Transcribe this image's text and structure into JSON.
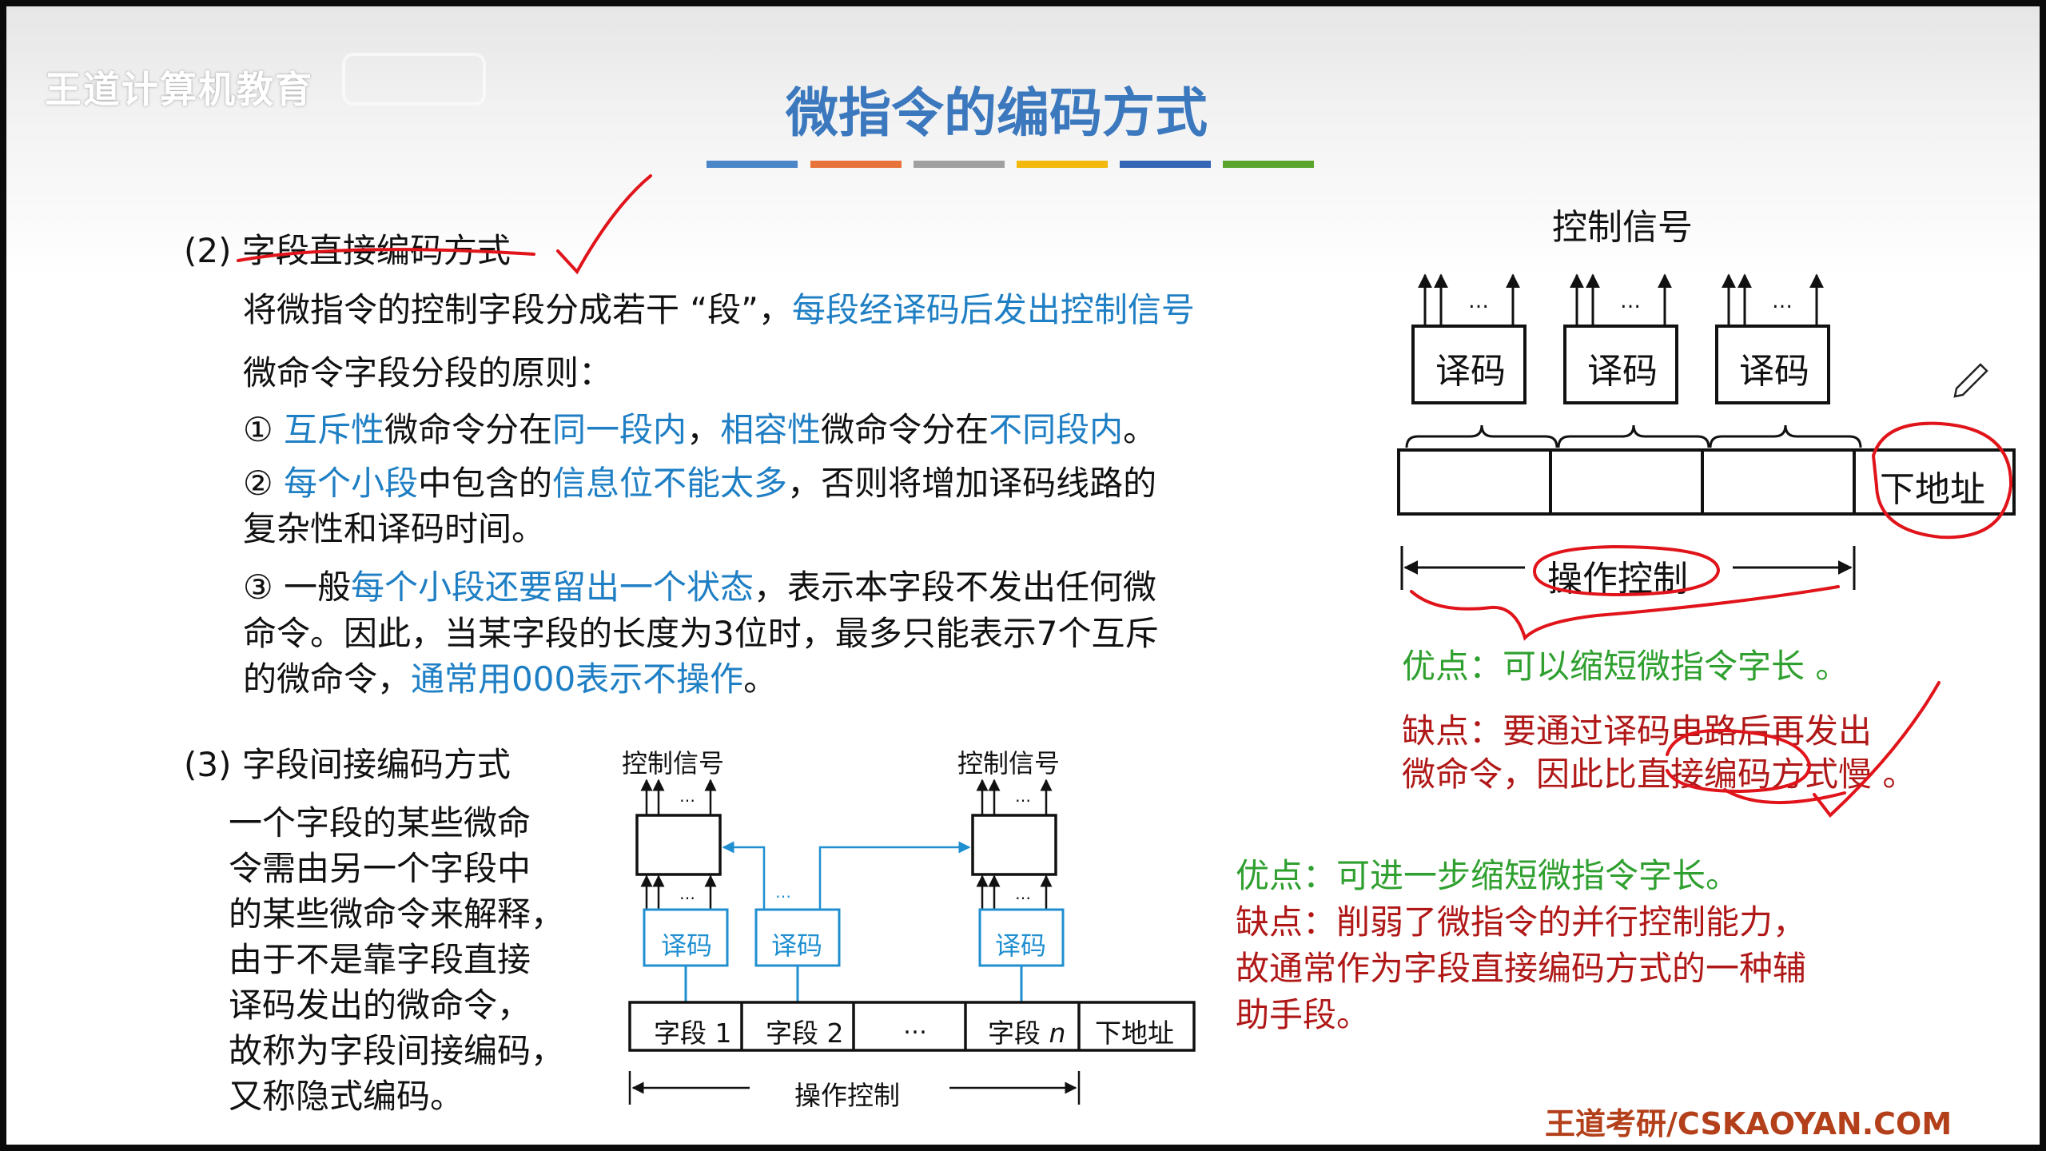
{
  "watermark": "王道计算机教育",
  "title": "微指令的编码方式",
  "title_bar_colors": [
    "#4a86c8",
    "#e8733a",
    "#a0a0a0",
    "#f2b90c",
    "#3565b5",
    "#5aa52d"
  ],
  "section2": {
    "heading": "(2) 字段直接编码方式",
    "line1_a": "将微指令的控制字段分成若干 “段”，",
    "line1_b": "每段经译码后发出控制信号",
    "principles_title": "微命令字段分段的原则：",
    "p1": {
      "num": "①",
      "a": "互斥性",
      "b": "微命令分在",
      "c": "同一段内",
      "d": "，",
      "e": "相容性",
      "f": "微命令分在",
      "g": "不同段内",
      "h": "。"
    },
    "p2": {
      "num": "②",
      "a": "每个小段",
      "b": "中包含的",
      "c": "信息位不能太多",
      "d": "，否则将增加译码线路的",
      "e": "复杂性和译码时间。"
    },
    "p3": {
      "num": "③",
      "a": "一般",
      "b": "每个小段还要留出一个状态",
      "c": "，表示本字段不发出任何微",
      "d": "命令。因此，当某字段的长度为3位时，最多只能表示7个互斥",
      "e": "的微命令，",
      "f": "通常用000表示不操作",
      "g": "。"
    }
  },
  "diagram_right": {
    "ctrl_signal": "控制信号",
    "decoder_label": "译码",
    "ellipsis": "…",
    "next_addr": "下地址",
    "op_ctrl": "操作控制",
    "adv": "优点：可以缩短微指令字长 。",
    "dis1": "缺点：要通过译码电路后再发出",
    "dis2": "微命令，因此比直接编码方式慢 。"
  },
  "section3": {
    "heading": "(3) 字段间接编码方式",
    "body": [
      "一个字段的某些微命",
      "令需由另一个字段中",
      "的某些微命令来解释，",
      "由于不是靠字段直接",
      "译码发出的微命令，",
      "故称为字段间接编码，",
      "又称隐式编码。"
    ]
  },
  "diagram_bottom": {
    "ctrl_signal_1": "控制信号",
    "ctrl_signal_2": "控制信号",
    "decoder_label": "译码",
    "ellipsis": "…",
    "field1": "字段 1",
    "field2": "字段 2",
    "field_n_a": "字段",
    "field_n_b": "n",
    "next_addr": "下地址",
    "op_ctrl": "操作控制"
  },
  "section3_adv": {
    "adv": "优点：可进一步缩短微指令字长。",
    "dis1": "缺点：削弱了微指令的并行控制能力，",
    "dis2": "故通常作为字段直接编码方式的一种辅",
    "dis3": "助手段。"
  },
  "footer": "王道考研/CSKAOYAN.COM"
}
